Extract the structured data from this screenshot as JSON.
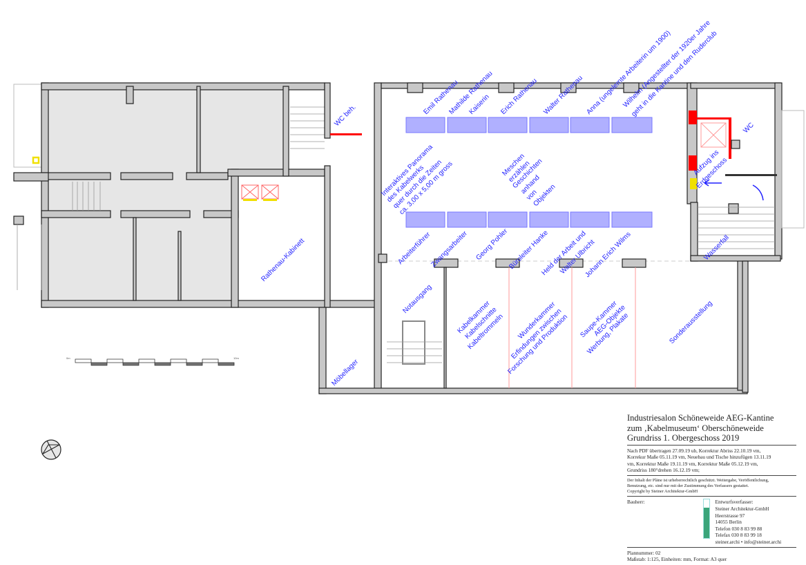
{
  "rooms": {
    "wc_beh": "WC beh.",
    "rathenau_kabinett": "Rathenau-Kabinett",
    "moebellager": "Möbellager",
    "wc": "WC",
    "aufzug": [
      "Aufzug ins",
      "Erdgeschoss"
    ],
    "wasserfall": "Wasserfall",
    "notausgang": "Notausgang",
    "sonderausstellung": "Sonderausstellung"
  },
  "persons_top": [
    "Emil Rathenau",
    "Mathilde Rathenau",
    "Kaiserin",
    "Erich Rathenau",
    "Walter Rathenau",
    "Anna (ungelernte Arbeiterin um 1900)"
  ],
  "wilhelm": [
    "Wilhelm (Angestellter der 1920er Jahre",
    "geht in die Kantine und den Ruderclub"
  ],
  "panorama": [
    "Interaktives Panorama",
    "des Kabelwerks",
    "quer durch die Zeiten",
    "ca. 3,00 x 5,00 m gross"
  ],
  "meschen": [
    "Meschen",
    "erzählen",
    "Geschichten",
    "anhand",
    "von",
    "Objekten"
  ],
  "persons_bottom": [
    "Arbeiterführer",
    "Zwangsarbeiter",
    "Georg Pohler",
    "Büroleiter Hanke",
    "Held der Arbeit und",
    "Walter Ulbricht",
    "Johann Erich Wilms"
  ],
  "kabelkammer": [
    "Kabelkammer",
    "Kabelschnitte",
    "Kabeltrommeln"
  ],
  "wunderkammer": [
    "Wunderkammer",
    "Erfindungen  zwischen",
    "Forschung und Produktion"
  ],
  "saupe": [
    "Saupe-Kammer",
    "AEG-Objekte",
    "Werbung, Plakate"
  ],
  "scale": {
    "start": "0m",
    "end": "10m"
  },
  "title_block": {
    "title": [
      "Industriesalon Schöneweide AEG-Kantine",
      "zum ‚Kabelmuseum‘ Oberschöneweide",
      "Grundriss 1. Obergeschoss 2019"
    ],
    "revisions": [
      "Nach PDF übertragen 27.09.19 ub, Korrektur Abriss 22.10.19 vm,",
      "Korrekur Maße 05.11.19 vm, Neuebau und Tische hinzufügen 13.11.19",
      "vm, Korrektur Maße 19.11.19 vm, Korrektur Maße 05.12.19 vm,",
      "Grundriss 180°drehen 16.12.19 vm;"
    ],
    "copyright": [
      "Der Inhalt der Pläne ist urheberrechtlich geschützt. Weitergabe, Veröffentlichung,",
      "Benutzung, etc. sind nur mit der Zustimmung des Verfassers gestattet.",
      "Copyright by Steiner Architektur-GmbH"
    ],
    "bauherr": "Bauherr:",
    "verfasser": [
      "Entwurfsverfasser:",
      "Steiner Architektur-GmbH",
      "Heerstrasse 97",
      "14055 Berlin",
      "Telefon 030 8 83 99 88",
      "Telefax 030 8 83 99 18",
      "steiner.archi • info@steiner.archi"
    ],
    "plannummer": "Plannummer: 02",
    "massstab": "Maßstab: 1:125,  Einheiten: mm, Format: A3 quer"
  },
  "colors": {
    "label": "#1f1fff",
    "table": "#b0b0ff",
    "fire_wall": "#ff0000",
    "wall": "#c8c8c8"
  }
}
